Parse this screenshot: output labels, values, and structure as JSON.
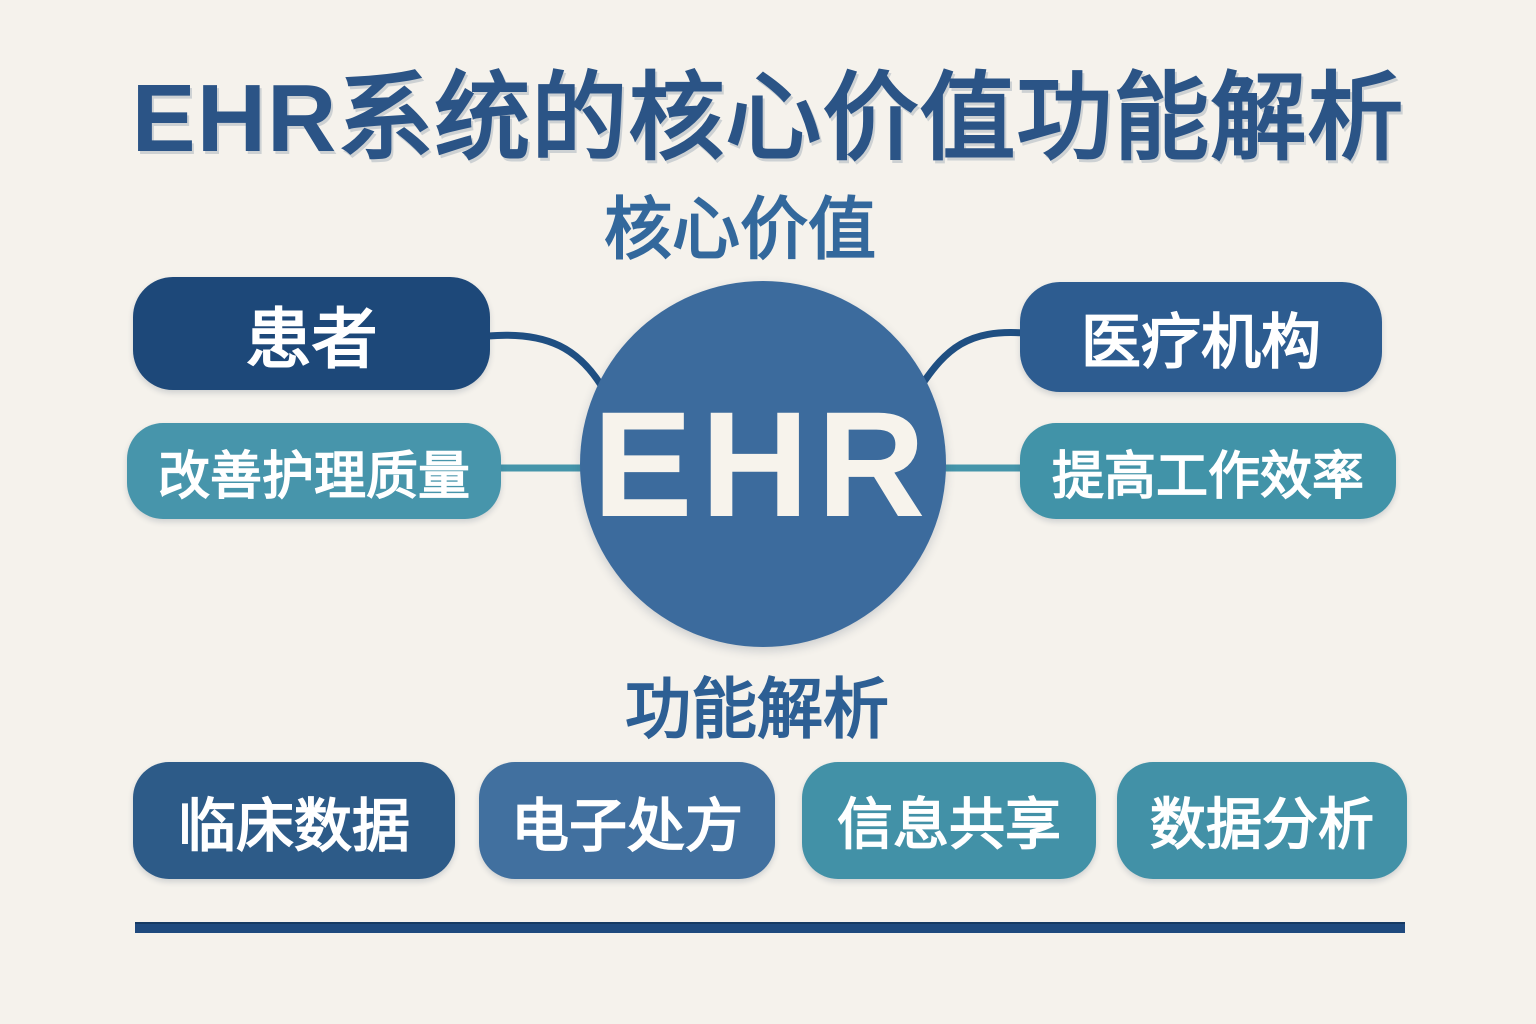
{
  "page": {
    "background": "#f5f2ec",
    "title": "EHR系统的核心价值功能解析",
    "title_color": "#2b5486"
  },
  "center": {
    "label": "EHR",
    "circle_color": "#3c6b9d",
    "text_color": "#f7f3ec"
  },
  "sections": {
    "core_value": {
      "heading": "核心价值",
      "heading_color": "#33689c",
      "left_items": [
        {
          "label": "患者",
          "color": "#1d4879",
          "text_color": "#ffffff"
        },
        {
          "label": "改善护理质量",
          "color": "#4795ab",
          "text_color": "#ffffff"
        }
      ],
      "right_items": [
        {
          "label": "医疗机构",
          "color": "#2d5c90",
          "text_color": "#ffffff"
        },
        {
          "label": "提高工作效率",
          "color": "#4193a8",
          "text_color": "#ffffff"
        }
      ]
    },
    "function_analysis": {
      "heading": "功能解析",
      "heading_color": "#2d5f94",
      "items": [
        {
          "label": "临床数据",
          "color": "#2d5b88",
          "text_color": "#ffffff"
        },
        {
          "label": "电子处方",
          "color": "#41709f",
          "text_color": "#ffffff"
        },
        {
          "label": "信息共享",
          "color": "#4291a7",
          "text_color": "#ffffff"
        },
        {
          "label": "数据分析",
          "color": "#4291a7",
          "text_color": "#ffffff"
        }
      ]
    }
  },
  "connectors": {
    "curve_color": "#1f4f82",
    "line_color": "#4595aa"
  },
  "divider": {
    "color": "#1f4a7e"
  }
}
